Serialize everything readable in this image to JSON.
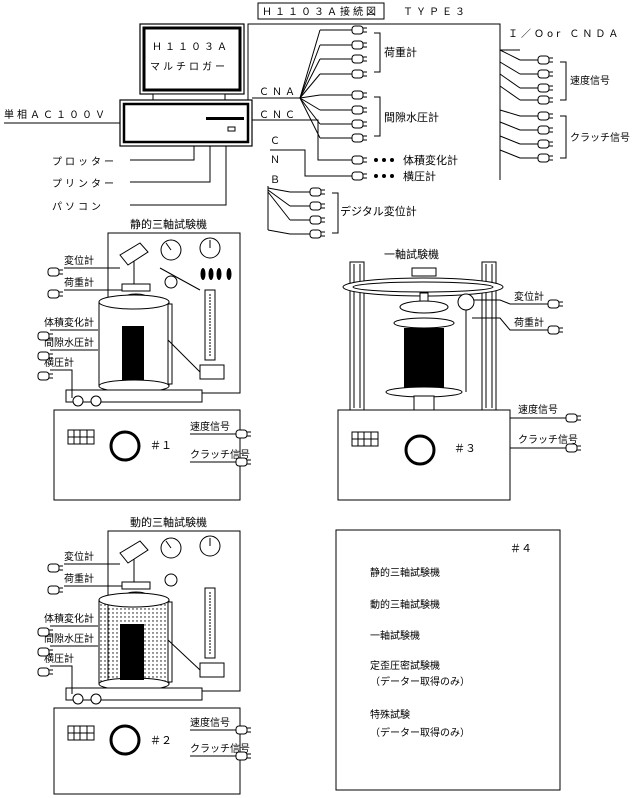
{
  "header": {
    "title": "Ｈ１１０３Ａ接続図",
    "type_label": "ＴＹＰＥ３",
    "io_label": "Ｉ／Ｏor ＣＮＤＡ"
  },
  "logger": {
    "name_line1": "Ｈ１１０３Ａ",
    "name_line2": "マルチロガー",
    "port_cna": "ＣＮＡ",
    "port_cnc": "ＣＮＣ",
    "port_c": "Ｃ",
    "port_n": "Ｎ",
    "port_b": "Ｂ"
  },
  "power": {
    "label": "単相ＡＣ１００Ｖ"
  },
  "peripherals": [
    "プロッター",
    "プリンター",
    "パソコン"
  ],
  "sensor_groups": {
    "load": "荷重計",
    "pore_pressure": "間隙水圧計",
    "volume": "体積変化計",
    "lateral": "横圧計",
    "digital_disp": "デジタル変位計",
    "speed": "速度信号",
    "clutch": "クラッチ信号"
  },
  "machine1": {
    "title": "静的三軸試験機",
    "number": "＃１",
    "labels": [
      "変位計",
      "荷重計",
      "体積変化計",
      "間隙水圧計",
      "横圧計"
    ],
    "speed": "速度信号",
    "clutch": "クラッチ信号"
  },
  "machine2": {
    "title": "動的三軸試験機",
    "number": "＃２",
    "labels": [
      "変位計",
      "荷重計",
      "体積変化計",
      "間隙水圧計",
      "横圧計"
    ],
    "speed": "速度信号",
    "clutch": "クラッチ信号"
  },
  "machine3": {
    "title": "一軸試験機",
    "number": "＃３",
    "labels": [
      "変位計",
      "荷重計"
    ],
    "speed": "速度信号",
    "clutch": "クラッチ信号"
  },
  "machine4": {
    "number": "＃４",
    "items": [
      "静的三軸試験機",
      "動的三軸試験機",
      "一軸試験機",
      "定歪圧密試験機",
      "（データー取得のみ）",
      "特殊試験",
      "（データー取得のみ）"
    ]
  }
}
